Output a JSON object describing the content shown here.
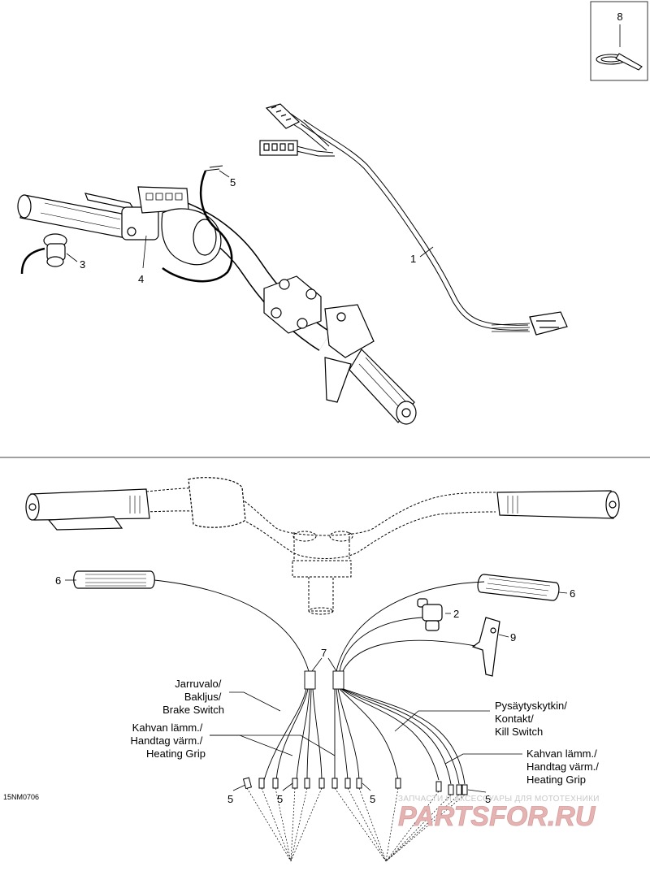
{
  "callouts": {
    "c1": "1",
    "c2": "2",
    "c3": "3",
    "c4": "4",
    "c5a": "5",
    "c5b": "5",
    "c5c": "5",
    "c5d": "5",
    "c5e": "5",
    "c6a": "6",
    "c6b": "6",
    "c7": "7",
    "c8": "8",
    "c9": "9"
  },
  "labels": {
    "brake": [
      "Jarruvalo/",
      "Bakljus/",
      "Brake Switch"
    ],
    "heating_left": [
      "Kahvan lämm./",
      "Handtag värm./",
      "Heating Grip"
    ],
    "kill": [
      "Pysäytyskytkin/",
      "Kontakt/",
      "Kill Switch"
    ],
    "heating_right": [
      "Kahvan lämm./",
      "Handtag värm./",
      "Heating Grip"
    ]
  },
  "reference_code": "15NM0706",
  "watermark": {
    "caption": "ЗАПЧАСТИ И АКСЕССУАРЫ ДЛЯ МОТОТЕХНИКИ",
    "brand": "PARTSFOR.RU"
  }
}
